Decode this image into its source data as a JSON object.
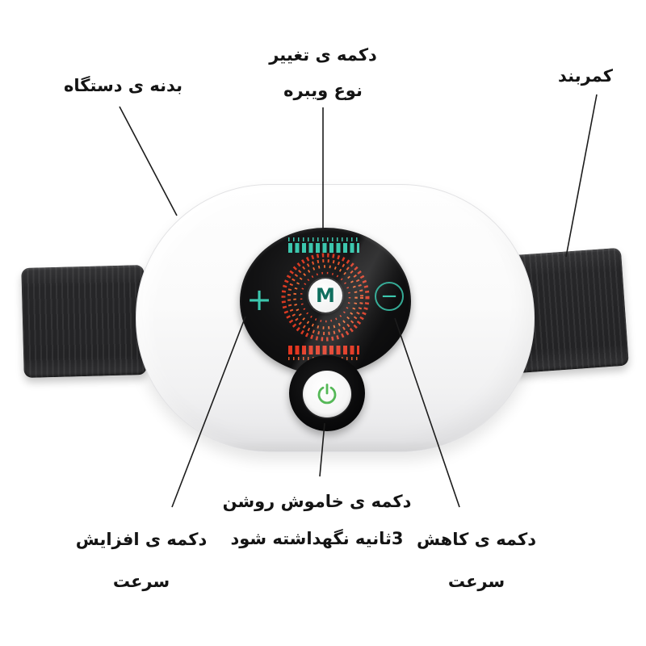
{
  "callouts": {
    "device_body": {
      "label": "بدنه ی دستگاه"
    },
    "mode_button": {
      "label_line1": "دکمه ی تغییر",
      "label_line2": "نوع ویبره"
    },
    "belt": {
      "label": "کمربند"
    },
    "increase_speed": {
      "label_line1": "دکمه ی افزایش",
      "label_line2": "سرعت"
    },
    "power_button": {
      "label_line1": "دکمه ی خاموش روشن",
      "label_line2": "3ثانیه نگهداشته شود"
    },
    "decrease_speed": {
      "label_line1": "دکمه ی کاهش",
      "label_line2": "سرعت"
    }
  },
  "device": {
    "mode_button_text": "M",
    "plus_button_text": "+",
    "minus_button_text": "−"
  },
  "colors": {
    "accent_teal": "#3cc7ae",
    "accent_red": "#e23620",
    "power_green": "#55b857",
    "panel_black": "#0a0a0b",
    "strap_black": "#2b2b2d",
    "label_text": "#141414"
  }
}
